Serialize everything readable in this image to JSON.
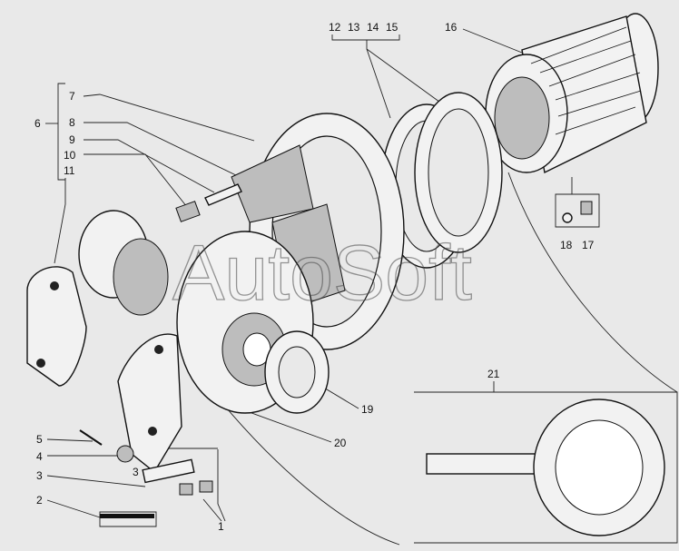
{
  "watermark": "AutoSoft",
  "callouts": [
    {
      "id": "c1",
      "text": "1"
    },
    {
      "id": "c2",
      "text": "2"
    },
    {
      "id": "c3",
      "text": "3"
    },
    {
      "id": "c3b",
      "text": "3"
    },
    {
      "id": "c4",
      "text": "4"
    },
    {
      "id": "c5",
      "text": "5"
    },
    {
      "id": "c6",
      "text": "6"
    },
    {
      "id": "c7",
      "text": "7"
    },
    {
      "id": "c8",
      "text": "8"
    },
    {
      "id": "c9",
      "text": "9"
    },
    {
      "id": "c10",
      "text": "10"
    },
    {
      "id": "c11",
      "text": "11"
    },
    {
      "id": "c12",
      "text": "12"
    },
    {
      "id": "c13",
      "text": "13"
    },
    {
      "id": "c14",
      "text": "14"
    },
    {
      "id": "c15",
      "text": "15"
    },
    {
      "id": "c16",
      "text": "16"
    },
    {
      "id": "c17",
      "text": "17"
    },
    {
      "id": "c18",
      "text": "18"
    },
    {
      "id": "c19",
      "text": "19"
    },
    {
      "id": "c20",
      "text": "20"
    },
    {
      "id": "c21",
      "text": "21"
    }
  ]
}
